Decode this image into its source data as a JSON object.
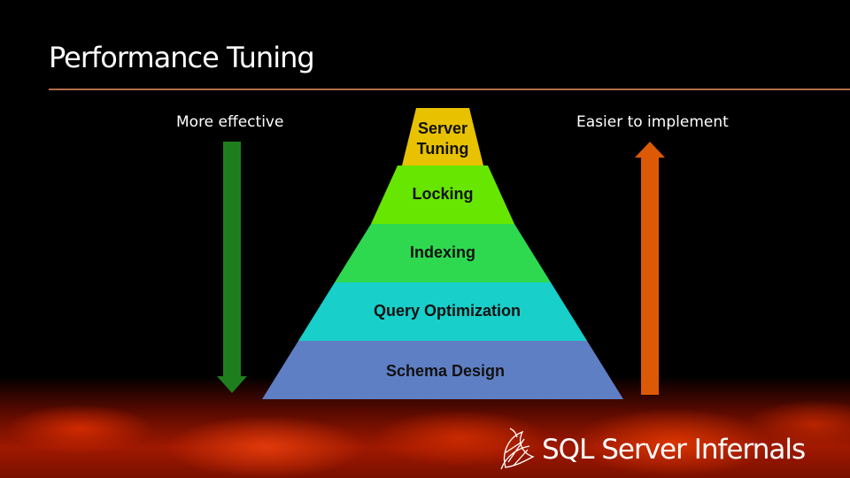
{
  "slide": {
    "title": "Performance Tuning",
    "left_label": "More effective",
    "right_label": "Easier to implement"
  },
  "pyramid": {
    "levels": [
      {
        "label_line1": "Server",
        "label_line2": "Tuning",
        "color": "#e8c200"
      },
      {
        "label": "Locking",
        "color": "#66e600"
      },
      {
        "label": "Indexing",
        "color": "#2ed94f"
      },
      {
        "label": "Query Optimization",
        "color": "#18cfc9"
      },
      {
        "label": "Schema Design",
        "color": "#5f7fc4"
      }
    ]
  },
  "arrows": {
    "left_color": "#1e7e1e",
    "right_color": "#dc5a05"
  },
  "branding": {
    "text": "SQL Server  Infernals",
    "logo_icon": "sql-server-logo-icon"
  }
}
